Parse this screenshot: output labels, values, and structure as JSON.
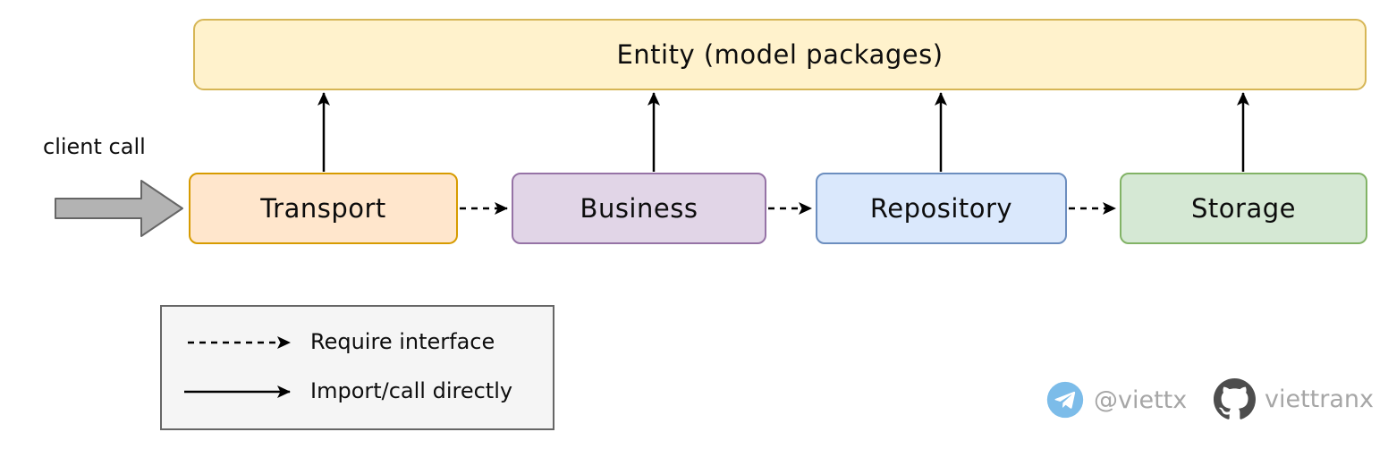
{
  "diagram": {
    "entity": {
      "label": "Entity (model packages)",
      "fill": "#FFF2CC",
      "border_color": "#D6B656"
    },
    "layers": [
      {
        "label": "Transport",
        "fill": "#FFE6CC",
        "border_color": "#D79B00"
      },
      {
        "label": "Business",
        "fill": "#E1D5E7",
        "border_color": "#9673A6"
      },
      {
        "label": "Repository",
        "fill": "#DAE8FC",
        "border_color": "#6C8EBF"
      },
      {
        "label": "Storage",
        "fill": "#D5E8D4",
        "border_color": "#82B366"
      }
    ],
    "client_call": {
      "label": "client call",
      "arrow_fill": "#B3B3B3",
      "arrow_border": "#666666"
    },
    "connections": {
      "horizontal_arrows": "dashed, Transport -> Business -> Repository -> Storage",
      "vertical_arrows": "solid, each layer -> Entity (model packages)"
    },
    "legend": {
      "fill": "#F5F5F5",
      "border_color": "#666666",
      "items": [
        {
          "arrow_style": "dashed",
          "label": "Require interface"
        },
        {
          "arrow_style": "solid",
          "label": "Import/call directly"
        }
      ]
    }
  },
  "footer": {
    "telegram": {
      "handle": "@viettx",
      "icon_color": "#7CBCE9"
    },
    "github": {
      "handle": "viettranx",
      "icon_color": "#4D4D4D"
    },
    "handle_text_color": "#A6A6A6"
  }
}
